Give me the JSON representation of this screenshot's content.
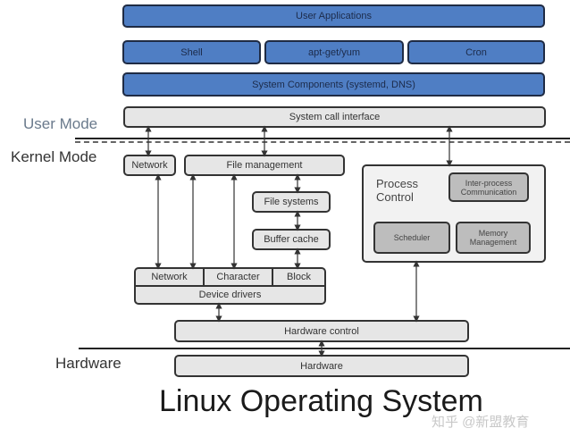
{
  "diagram": {
    "title": "Linux Operating System",
    "watermark": "知乎 @新盟教育",
    "modes": {
      "user": "User Mode",
      "kernel": "Kernel Mode",
      "hardware": "Hardware"
    },
    "user_layer": {
      "user_applications": "User Applications",
      "shell": "Shell",
      "package_manager": "apt-get/yum",
      "cron": "Cron",
      "system_components": "System Components (systemd, DNS)"
    },
    "system_call_interface": "System call interface",
    "kernel": {
      "network": "Network",
      "file_management": "File management",
      "file_systems": "File systems",
      "buffer_cache": "Buffer cache",
      "device_drivers": {
        "label": "Device drivers",
        "network": "Network",
        "character": "Character",
        "block": "Block"
      },
      "process_control": {
        "label": "Process Control",
        "ipc": "Inter-process Communication",
        "scheduler": "Scheduler",
        "memory": "Memory Management"
      },
      "hardware_control": "Hardware control"
    },
    "hardware": "Hardware",
    "colors": {
      "user_layer": "#4f7ec4",
      "kernel_box": "#e6e6e6",
      "process_sub": "#bdbdbd"
    }
  }
}
